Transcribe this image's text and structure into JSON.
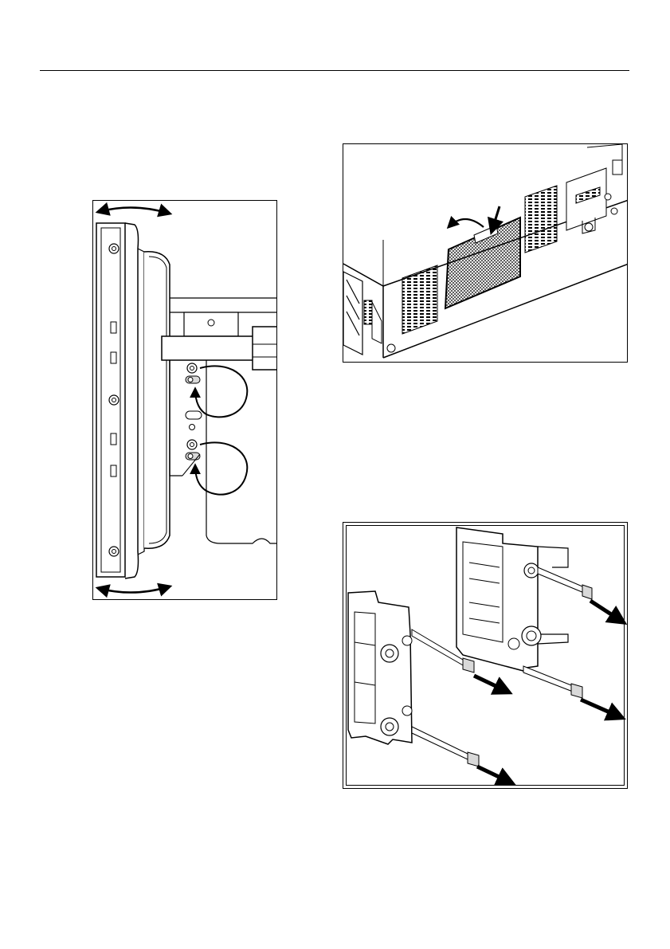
{
  "page": {
    "figures": [
      {
        "id": "door-side-view",
        "icons": [
          "door-swing-arrow-icon",
          "screw-icon",
          "rotate-arrow-icon"
        ]
      },
      {
        "id": "ventilation-filter",
        "icons": [
          "fold-arrow-icon",
          "press-arrow-icon"
        ]
      },
      {
        "id": "hinge-pins",
        "icons": [
          "pull-arrow-icon"
        ]
      }
    ]
  },
  "colors": {
    "ink": "#000000",
    "paper": "#ffffff",
    "shade": "#d9d9d9"
  }
}
